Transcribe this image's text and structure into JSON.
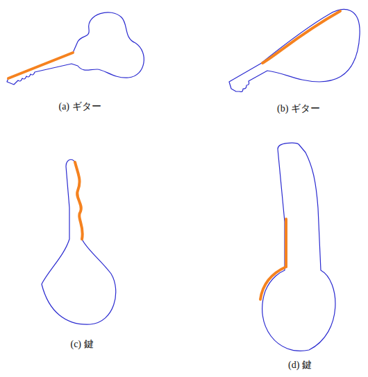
{
  "diagram": {
    "labels": [
      "(a) ギター",
      "(b) ギター",
      "(c) 鍵",
      "(d) 鍵"
    ]
  }
}
